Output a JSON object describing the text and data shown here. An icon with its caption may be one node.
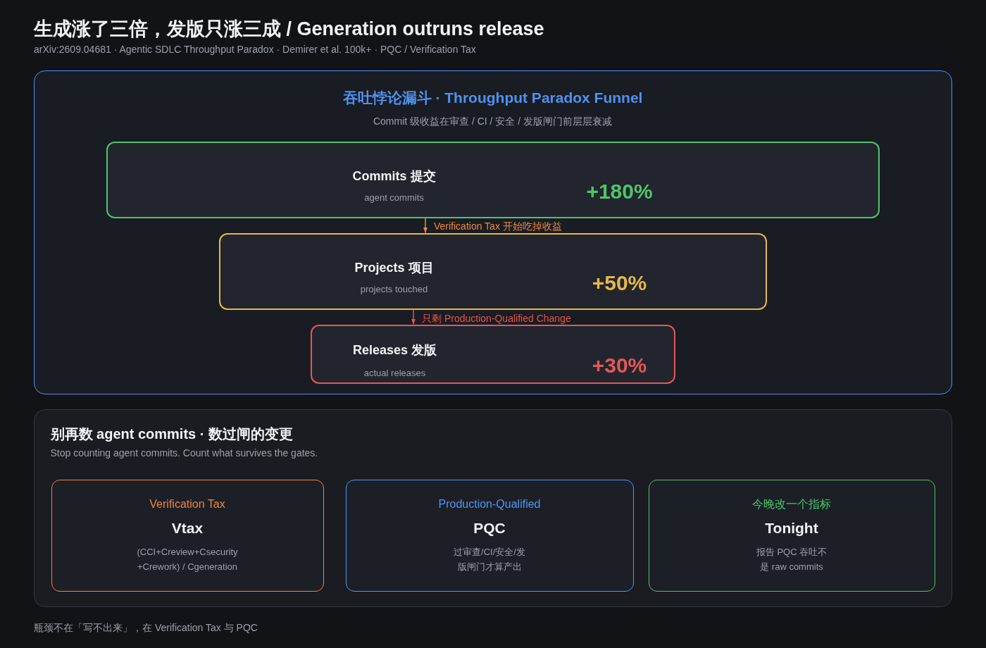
{
  "diagram": {
    "title": "生成涨了三倍，发版只涨三成 / Generation outruns release",
    "nodes": [
      {
        "text": [
          "吞吐悖论漏斗 · Throughput Paradox Funnel",
          "Commit 级收益在审查 / CI / 安全 / 发版闸门前层层衰减"
        ]
      },
      {
        "text": [
          "Commits 提交",
          "agent commits",
          "+180%"
        ],
        "in": 0
      },
      {
        "text": [
          "Projects 项目",
          "projects touched",
          "+50%"
        ],
        "in": 0
      },
      {
        "text": [
          "Releases 发版",
          "actual releases",
          "+30%"
        ],
        "in": 0
      },
      {
        "text": [
          "别再数 agent commits · 数过闸的变更",
          "Stop counting agent commits. Count what survives the gates."
        ]
      },
      {
        "text": [
          "Verification Tax",
          "Vtax",
          "(CCI+Creview+Csecurity+Crework) / Cgeneration"
        ],
        "in": 4
      },
      {
        "text": [
          "Production-Qualified",
          "PQC",
          "过审查/CI/安全/发版闸门才算产出"
        ],
        "in": 4
      },
      {
        "text": [
          "今晚改一个指标",
          "Tonight",
          "报告 PQC 吞吐不是 raw commits"
        ],
        "in": 4
      }
    ],
    "edges": [
      {
        "from": 1,
        "to": 2,
        "arrow": "to",
        "label": "Verification Tax 开始吃掉收益",
        "color": "#f0883e"
      },
      {
        "from": 2,
        "to": 3,
        "arrow": "to",
        "label": "只剩 Production-Qualified Change",
        "color": "#e5534b"
      }
    ],
    "labels": [
      "arXiv:2609.04681 · Agentic SDLC Throughput Paradox · Demirer et al. 100k+ · PQC / Verification Tax",
      "瓶颈不在「写不出来」，在 Verification Tax 与 PQC"
    ]
  }
}
